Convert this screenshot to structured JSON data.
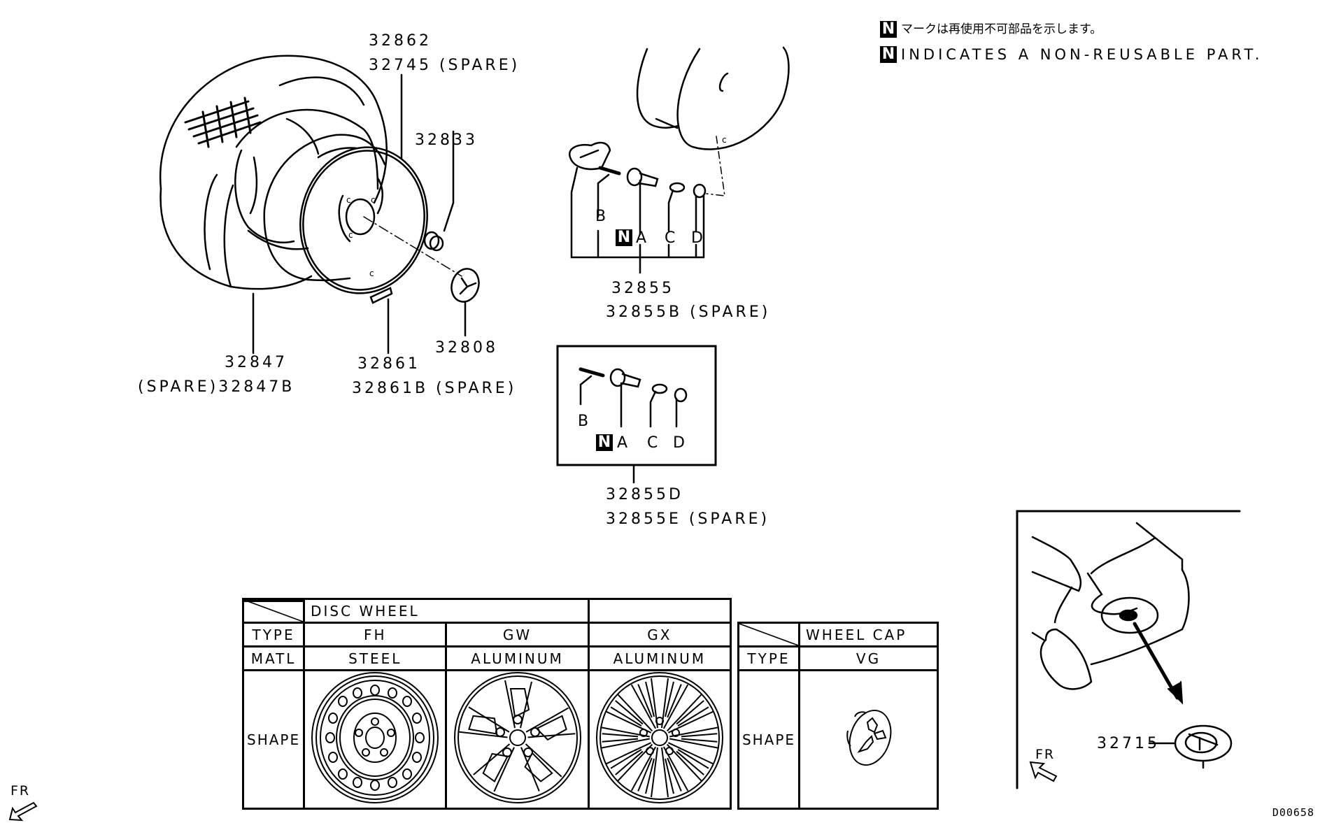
{
  "legend": {
    "badge": "N",
    "japanese": "マークは再使用不可部品を示します。",
    "english": "INDICATES A NON-REUSABLE PART."
  },
  "callouts": {
    "rim_part": "32862",
    "rim_spare": "32745 (SPARE)",
    "nut": "32833",
    "tire": "32847",
    "tire_spare": "(SPARE)32847B",
    "weight": "32861",
    "weight_spare": "32861B (SPARE)",
    "cap": "32808",
    "valve_assy": "32855",
    "valve_assy_spare": "32855B (SPARE)",
    "valve_assy2": "32855D",
    "valve_assy2_spare": "32855E (SPARE)",
    "plug": "32715"
  },
  "valve_letters": {
    "a": "A",
    "b": "B",
    "c": "C",
    "d": "D",
    "n": "N"
  },
  "disc_wheel_table": {
    "title": "DISC WHEEL",
    "row_labels": {
      "type": "TYPE",
      "matl": "MATL",
      "shape": "SHAPE"
    },
    "columns": [
      {
        "type": "FH",
        "matl": "STEEL",
        "shape_icon": "steel-wheel-icon"
      },
      {
        "type": "GW",
        "matl": "ALUMINUM",
        "shape_icon": "alloy-wheel-10-spoke-icon"
      },
      {
        "type": "GX",
        "matl": "ALUMINUM",
        "shape_icon": "alloy-wheel-multi-spoke-icon"
      }
    ]
  },
  "wheel_cap_table": {
    "title": "WHEEL CAP",
    "row_labels": {
      "type": "TYPE",
      "shape": "SHAPE"
    },
    "columns": [
      {
        "type": "VG",
        "shape_icon": "wheel-cap-icon"
      }
    ]
  },
  "direction": {
    "fr": "FR"
  },
  "doc_id": "D00658"
}
